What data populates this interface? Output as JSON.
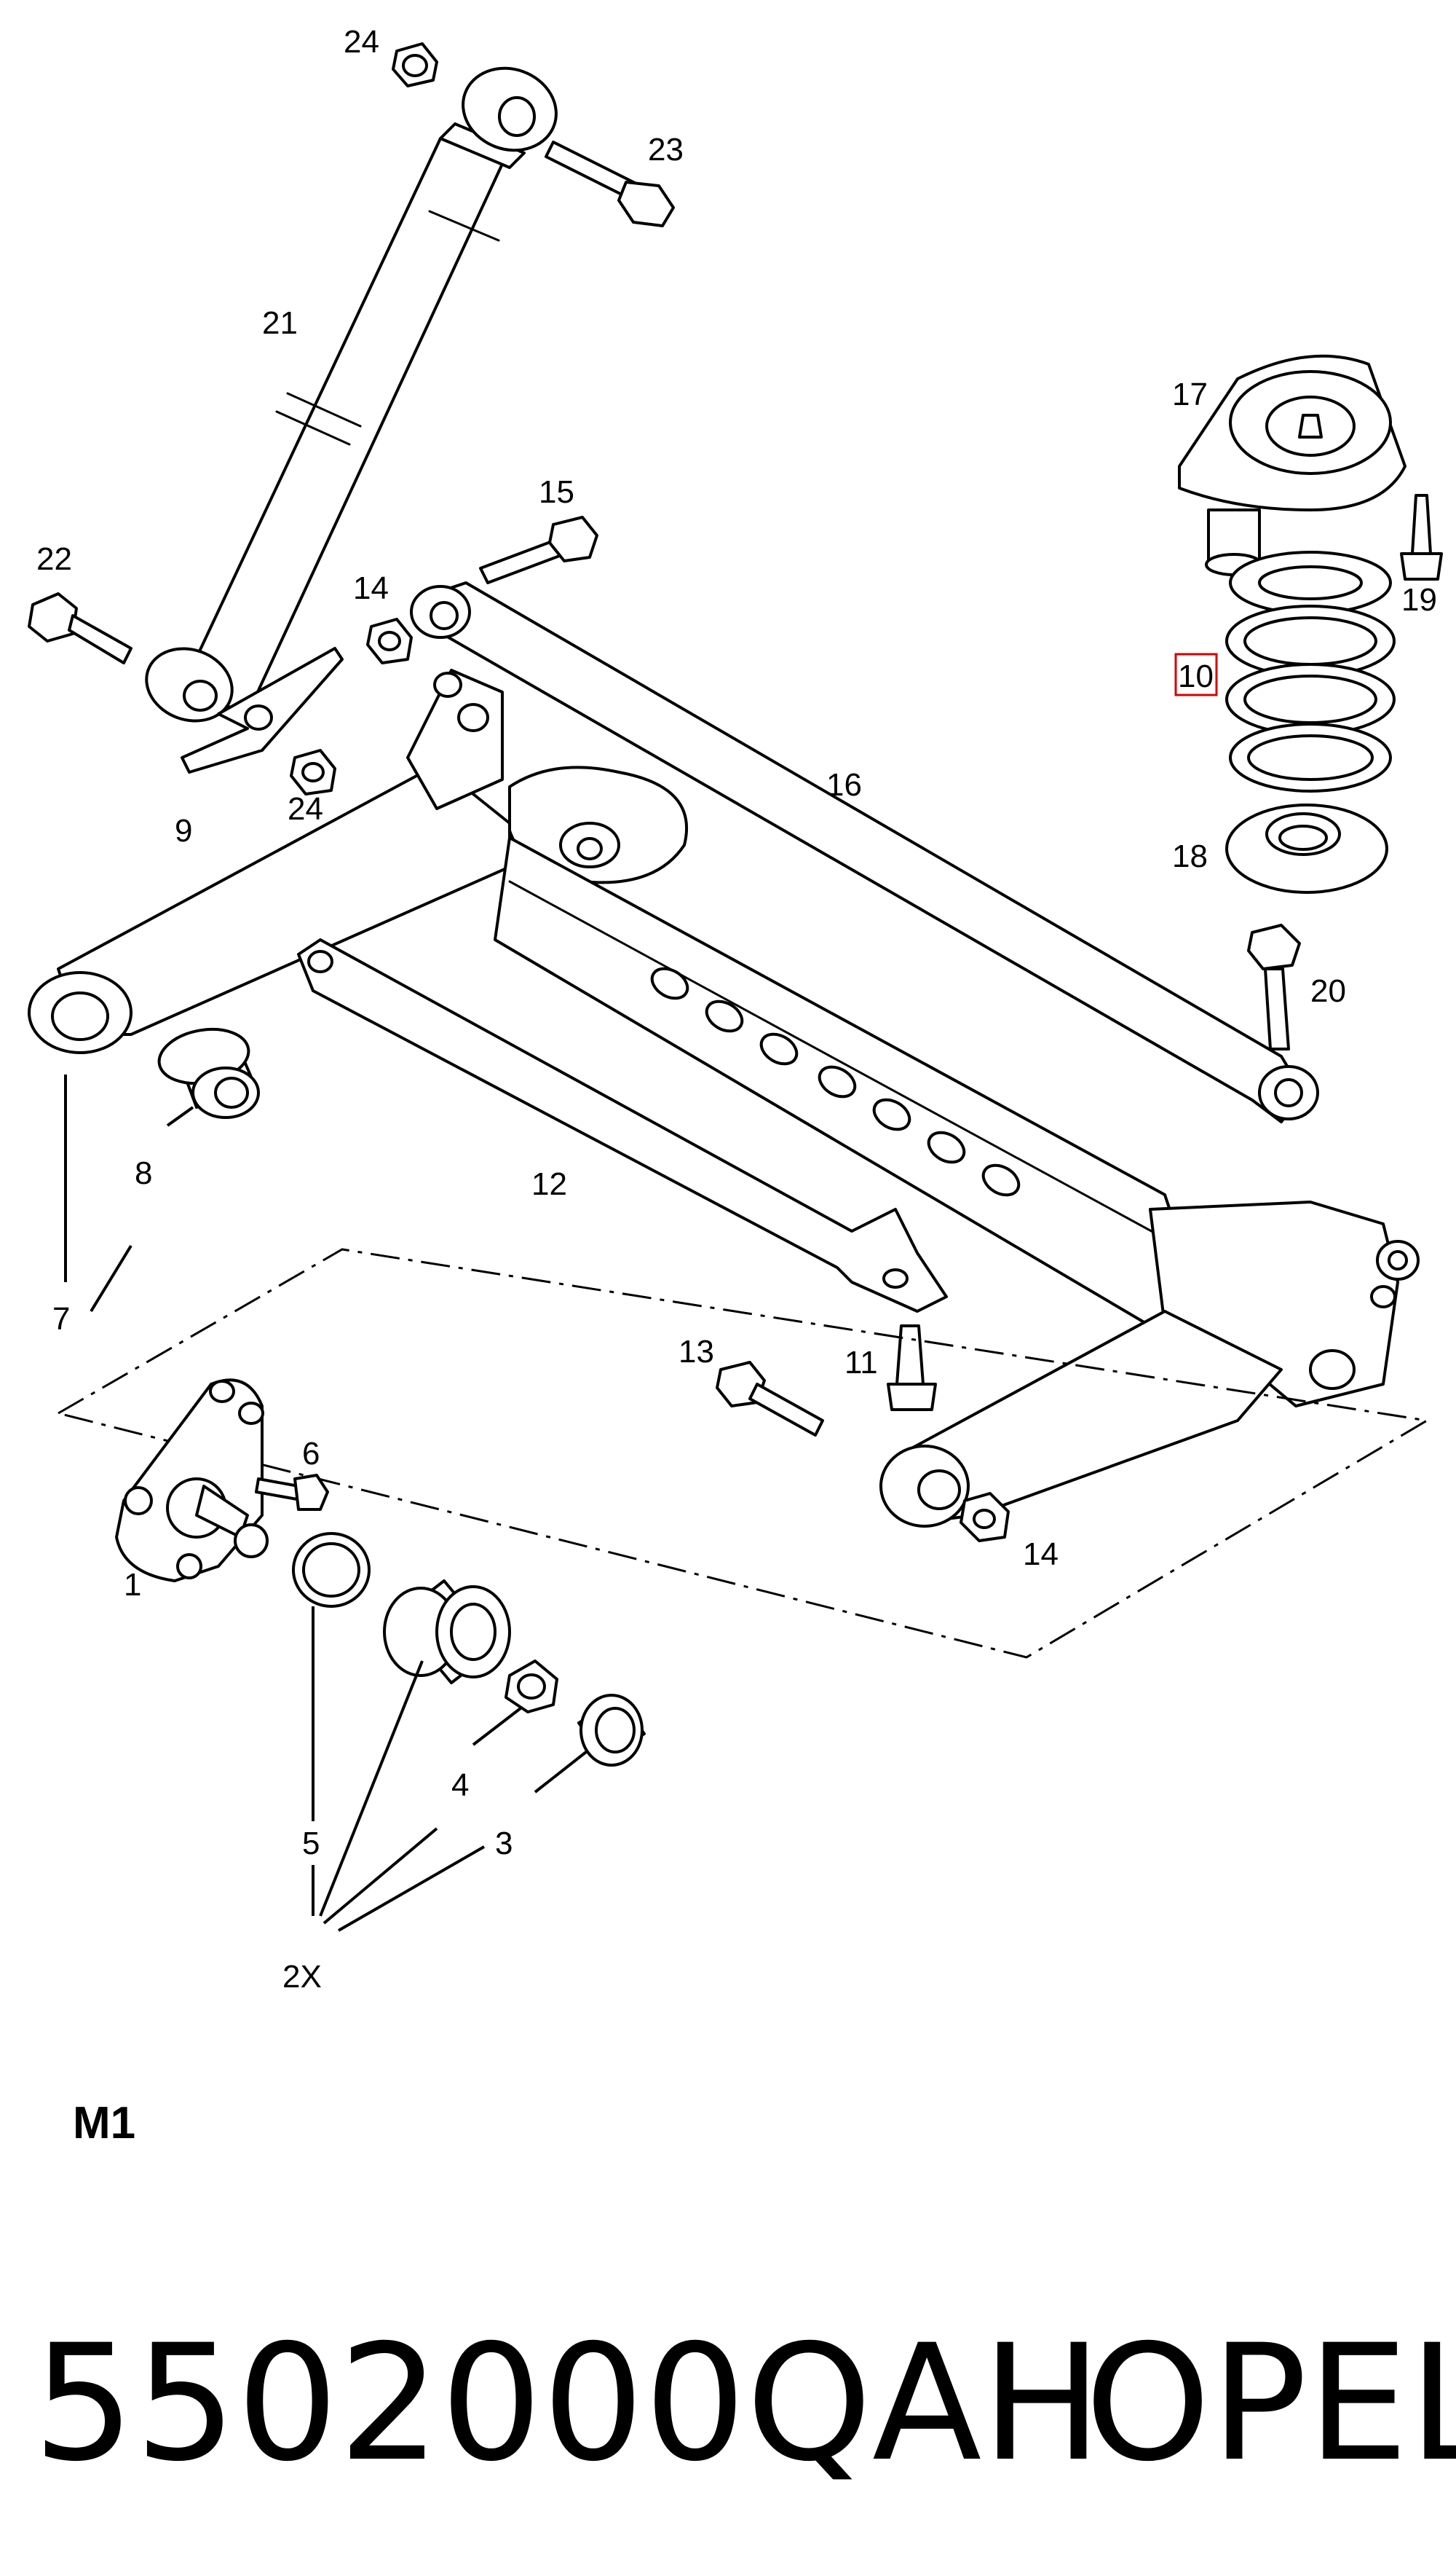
{
  "callouts": [
    {
      "id": "c24a",
      "text": "24"
    },
    {
      "id": "c23",
      "text": "23"
    },
    {
      "id": "c21",
      "text": "21"
    },
    {
      "id": "c17",
      "text": "17"
    },
    {
      "id": "c15",
      "text": "15"
    },
    {
      "id": "c22",
      "text": "22"
    },
    {
      "id": "c14a",
      "text": "14"
    },
    {
      "id": "c19",
      "text": "19"
    },
    {
      "id": "c10",
      "text": "10",
      "highlighted": true
    },
    {
      "id": "c16",
      "text": "16"
    },
    {
      "id": "c9",
      "text": "9"
    },
    {
      "id": "c24b",
      "text": "24"
    },
    {
      "id": "c18",
      "text": "18"
    },
    {
      "id": "c20",
      "text": "20"
    },
    {
      "id": "c8",
      "text": "8"
    },
    {
      "id": "c12",
      "text": "12"
    },
    {
      "id": "c7",
      "text": "7"
    },
    {
      "id": "c13",
      "text": "13"
    },
    {
      "id": "c11",
      "text": "11"
    },
    {
      "id": "c6",
      "text": "6"
    },
    {
      "id": "c14b",
      "text": "14"
    },
    {
      "id": "c1",
      "text": "1"
    },
    {
      "id": "c4",
      "text": "4"
    },
    {
      "id": "c5",
      "text": "5"
    },
    {
      "id": "c3",
      "text": "3"
    },
    {
      "id": "c2x",
      "text": "2X"
    }
  ],
  "view_label": "M1",
  "part_number": "5502000QAH",
  "brand": "OPEL",
  "colors": {
    "line": "#000000",
    "highlight": "#d40000",
    "background": "#ffffff"
  }
}
